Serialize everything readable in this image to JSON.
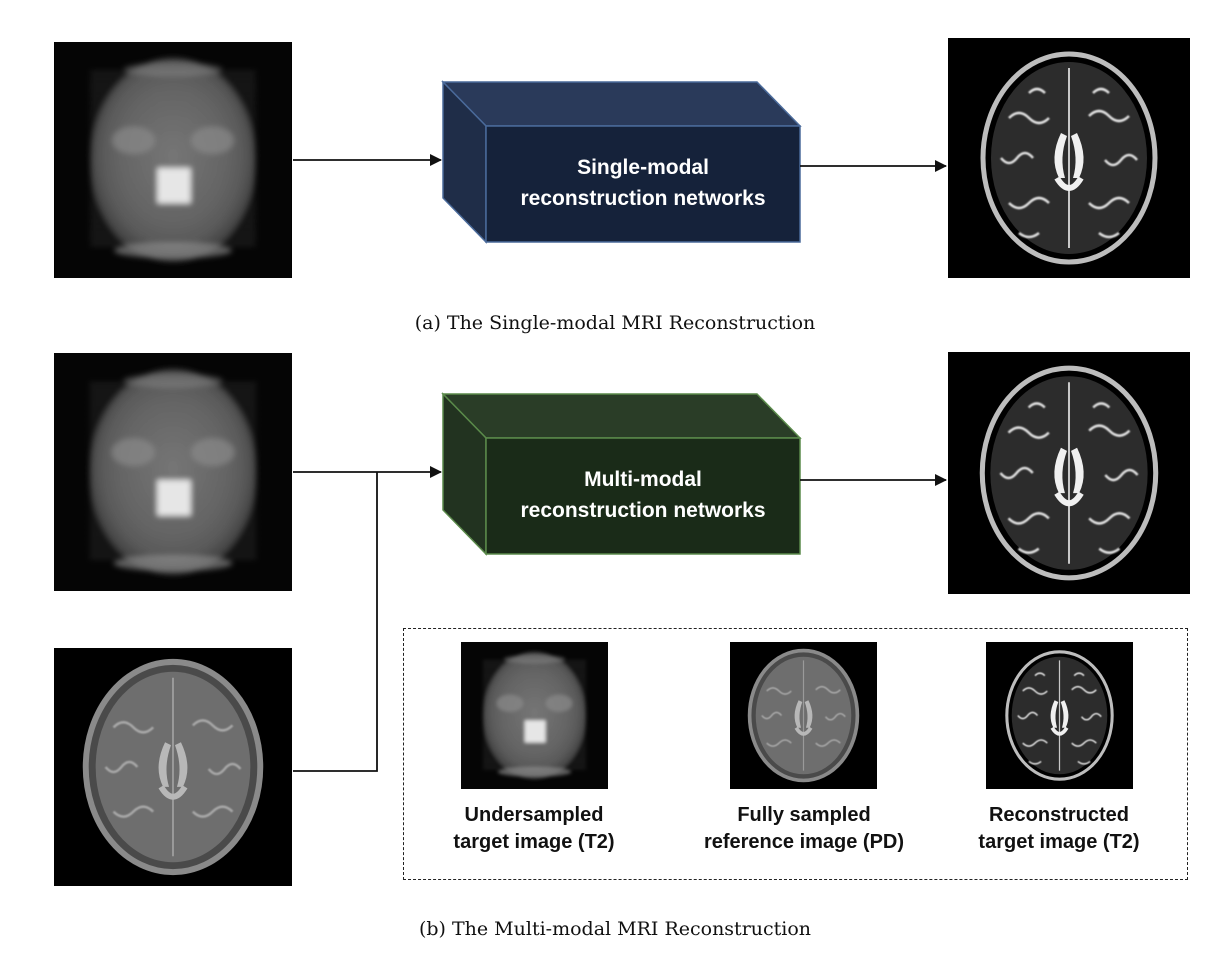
{
  "panel_a": {
    "network_label_line1": "Single-modal",
    "network_label_line2": "reconstruction networks",
    "network_color": "#15223a",
    "network_border": "#4a6a9a",
    "caption": "(a) The Single-modal MRI Reconstruction"
  },
  "panel_b": {
    "network_label_line1": "Multi-modal",
    "network_label_line2": "reconstruction networks",
    "network_color": "#1a2b18",
    "network_border": "#5a8a4a",
    "caption": "(b) The Multi-modal MRI Reconstruction"
  },
  "legend": {
    "items": [
      {
        "line1": "Undersampled",
        "line2": "target image (T2)"
      },
      {
        "line1": "Fully sampled",
        "line2": "reference image (PD)"
      },
      {
        "line1": "Reconstructed",
        "line2": "target image (T2)"
      }
    ]
  }
}
